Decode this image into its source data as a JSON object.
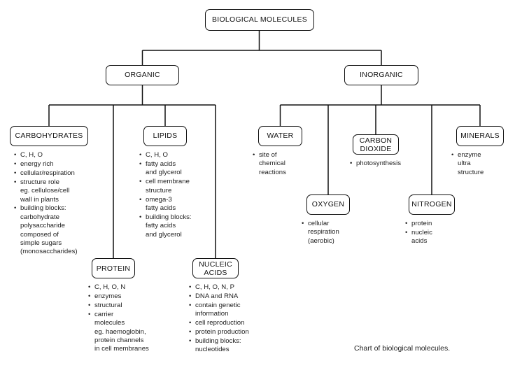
{
  "caption": "Chart of biological molecules.",
  "nodes": {
    "root": {
      "label": "BIOLOGICAL MOLECULES"
    },
    "organic": {
      "label": "ORGANIC"
    },
    "inorganic": {
      "label": "INORGANIC"
    },
    "carbohydrates": {
      "label": "CARBOHYDRATES"
    },
    "lipids": {
      "label": "LIPIDS"
    },
    "protein": {
      "label": "PROTEIN"
    },
    "nucleic_acids": {
      "label": "NUCLEIC\nACIDS"
    },
    "water": {
      "label": "WATER"
    },
    "oxygen": {
      "label": "OXYGEN"
    },
    "carbon_dioxide": {
      "label": "CARBON\nDIOXIDE"
    },
    "nitrogen": {
      "label": "NITROGEN"
    },
    "minerals": {
      "label": "MINERALS"
    }
  },
  "bullets": {
    "carbohydrates": [
      "C, H, O",
      "energy rich",
      "cellular/respiration",
      "structure role\neg. cellulose/cell\nwall in plants",
      "building blocks:\ncarbohydrate\npolysaccharide\ncomposed of\nsimple sugars\n(monosaccharides)"
    ],
    "lipids": [
      "C, H, O",
      "fatty acids\nand glycerol",
      "cell membrane\nstructure",
      "omega-3\nfatty acids",
      "building blocks:\nfatty acids\nand glycerol"
    ],
    "protein": [
      "C, H, O, N",
      "enzymes",
      "structural",
      "carrier\nmolecules\neg. haemoglobin,\nprotein channels\nin cell membranes"
    ],
    "nucleic_acids": [
      "C, H, O, N, P",
      "DNA and RNA",
      "contain genetic\ninformation",
      "cell reproduction",
      "protein production",
      "building blocks:\nnucleotides"
    ],
    "water": [
      "site of\nchemical\nreactions"
    ],
    "oxygen": [
      "cellular\nrespiration\n(aerobic)"
    ],
    "carbon_dioxide": [
      "photosynthesis"
    ],
    "nitrogen": [
      "protein",
      "nucleic\nacids"
    ],
    "minerals": [
      "enzyme\nultra\nstructure"
    ]
  },
  "chart_data": {
    "type": "table",
    "title": "Chart of biological molecules.",
    "root": "BIOLOGICAL MOLECULES",
    "branches": [
      {
        "name": "ORGANIC",
        "children": [
          {
            "name": "CARBOHYDRATES",
            "facts": [
              "C, H, O",
              "energy rich",
              "cellular/respiration",
              "structure role eg. cellulose/cell wall in plants",
              "building blocks: carbohydrate polysaccharide composed of simple sugars (monosaccharides)"
            ]
          },
          {
            "name": "PROTEIN",
            "facts": [
              "C, H, O, N",
              "enzymes",
              "structural",
              "carrier molecules eg. haemoglobin, protein channels in cell membranes"
            ]
          },
          {
            "name": "LIPIDS",
            "facts": [
              "C, H, O",
              "fatty acids and glycerol",
              "cell membrane structure",
              "omega-3 fatty acids",
              "building blocks: fatty acids and glycerol"
            ]
          },
          {
            "name": "NUCLEIC ACIDS",
            "facts": [
              "C, H, O, N, P",
              "DNA and RNA",
              "contain genetic information",
              "cell reproduction",
              "protein production",
              "building blocks: nucleotides"
            ]
          }
        ]
      },
      {
        "name": "INORGANIC",
        "children": [
          {
            "name": "WATER",
            "facts": [
              "site of chemical reactions"
            ]
          },
          {
            "name": "OXYGEN",
            "facts": [
              "cellular respiration (aerobic)"
            ]
          },
          {
            "name": "CARBON DIOXIDE",
            "facts": [
              "photosynthesis"
            ]
          },
          {
            "name": "NITROGEN",
            "facts": [
              "protein",
              "nucleic acids"
            ]
          },
          {
            "name": "MINERALS",
            "facts": [
              "enzyme ultra structure"
            ]
          }
        ]
      }
    ]
  }
}
